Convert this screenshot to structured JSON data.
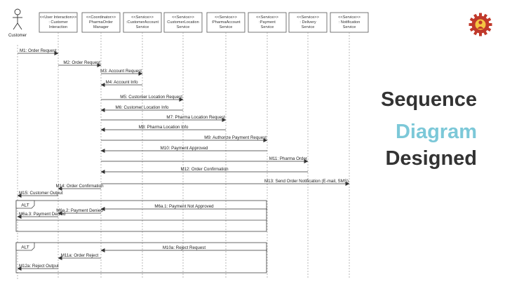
{
  "actor": {
    "label": "Customer"
  },
  "participants": [
    {
      "stereotype": "<<User Interaction>>",
      "name": ": Customer",
      "name2": "Interaction"
    },
    {
      "stereotype": "<<Coordinator>>",
      "name": "PharmaOrder",
      "name2": "Manager"
    },
    {
      "stereotype": "<<Service>>",
      "name": ":CustomerAccount",
      "name2": "Service"
    },
    {
      "stereotype": "<<Service>>",
      "name": "CustomerLocation",
      "name2": "Service"
    },
    {
      "stereotype": "<<Service>>",
      "name": ":PharmaAccount",
      "name2": "Service"
    },
    {
      "stereotype": "<<Service>>",
      "name": ":Payment",
      "name2": "Service"
    },
    {
      "stereotype": "<<Service>>",
      "name": ": Delivery",
      "name2": "Service"
    },
    {
      "stereotype": "<<Service>>",
      "name": ": Notification",
      "name2": "Service"
    }
  ],
  "messages": [
    {
      "label": "M1: Order Request",
      "from": 0,
      "to": 1,
      "dashed": false
    },
    {
      "label": "M2: Order Request",
      "from": 1,
      "to": 2,
      "dashed": false
    },
    {
      "label": "M3: Account Request",
      "from": 2,
      "to": 3,
      "dashed": false
    },
    {
      "label": "M4: Account Info",
      "from": 3,
      "to": 2,
      "dashed": false
    },
    {
      "label": "M5: Customer Location Request",
      "from": 2,
      "to": 4,
      "dashed": false
    },
    {
      "label": "M6: Customer Location Info",
      "from": 4,
      "to": 2,
      "dashed": false
    },
    {
      "label": "M7: Pharma Location Request",
      "from": 2,
      "to": 5,
      "dashed": false
    },
    {
      "label": "M8: Pharma Location Info",
      "from": 5,
      "to": 2,
      "dashed": false
    },
    {
      "label": "M9: Authorize Payment Request",
      "from": 2,
      "to": 6,
      "dashed": false
    },
    {
      "label": "M10: Payment Approved",
      "from": 6,
      "to": 2,
      "dashed": false
    },
    {
      "label": "M11: Pharma Order",
      "from": 2,
      "to": 7,
      "dashed": false
    },
    {
      "label": "M12: Order Confirmation",
      "from": 7,
      "to": 2,
      "dashed": false
    },
    {
      "label": "M13: Send Order Notification (E-mail, SMS)",
      "from": 2,
      "to": 8,
      "dashed": false
    },
    {
      "label": "M14: Order Confirmation",
      "from": 2,
      "to": 1,
      "dashed": false
    },
    {
      "label": "M15: Customer Output",
      "from": 1,
      "to": 0,
      "dashed": false
    },
    {
      "label": "M6a.1: Payment Not Approved",
      "from": 6,
      "to": 2,
      "dashed": false
    },
    {
      "label": "M6a.2: Payment Denied",
      "from": 2,
      "to": 1,
      "dashed": false
    },
    {
      "label": "M6a.3: Payment Denied",
      "from": 1,
      "to": 0,
      "dashed": false
    },
    {
      "label": "M10a: Reject Request",
      "from": 6,
      "to": 2,
      "dashed": false
    },
    {
      "label": "M11a: Order Reject",
      "from": 2,
      "to": 1,
      "dashed": false
    },
    {
      "label": "M12a: Reject Output",
      "from": 1,
      "to": 0,
      "dashed": false
    }
  ],
  "fragments": [
    {
      "label": "ALT"
    },
    {
      "label": "ALT"
    }
  ],
  "title": {
    "line1": "Sequence",
    "line2": "Diagram",
    "line3": "Designed",
    "color1": "#333333",
    "color2": "#7cc8d8",
    "color3": "#333333"
  },
  "logo": {
    "name": "gear-emblem",
    "color": "#c0392b"
  }
}
